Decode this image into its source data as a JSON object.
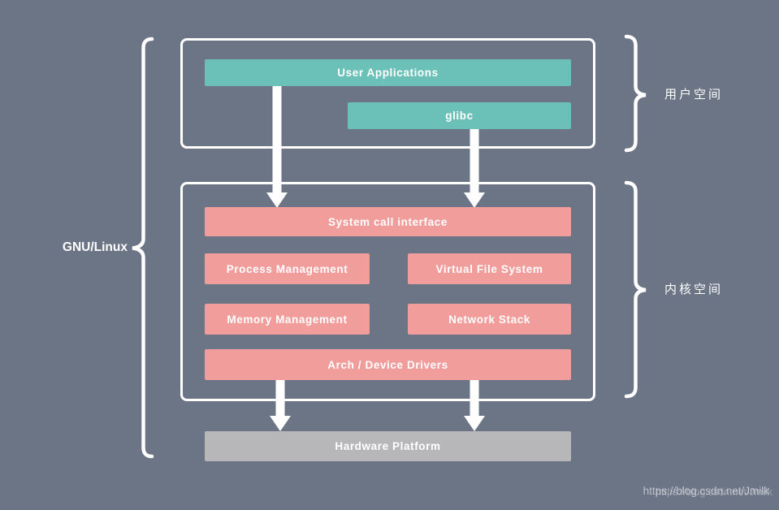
{
  "colors": {
    "background": "#6c7585",
    "teal": "#6bc0b8",
    "pink": "#f19d9b",
    "hardware_gray": "#b7b7b9",
    "line_white": "#ffffff"
  },
  "left_bracket": {
    "label": "GNU/Linux"
  },
  "user_space": {
    "brace_label": "用户空间",
    "bars": {
      "user_applications": "User Applications",
      "glibc": "glibc"
    }
  },
  "kernel_space": {
    "brace_label": "内核空间",
    "bars": {
      "system_call_interface": "System call interface",
      "process_management": "Process Management",
      "virtual_file_system": "Virtual File System",
      "memory_management": "Memory Management",
      "network_stack": "Network Stack",
      "arch_device_drivers": "Arch / Device Drivers"
    }
  },
  "hardware": {
    "label": "Hardware Platform"
  },
  "watermark": {
    "text": "https://blog.csdn.net/Jmilk"
  }
}
